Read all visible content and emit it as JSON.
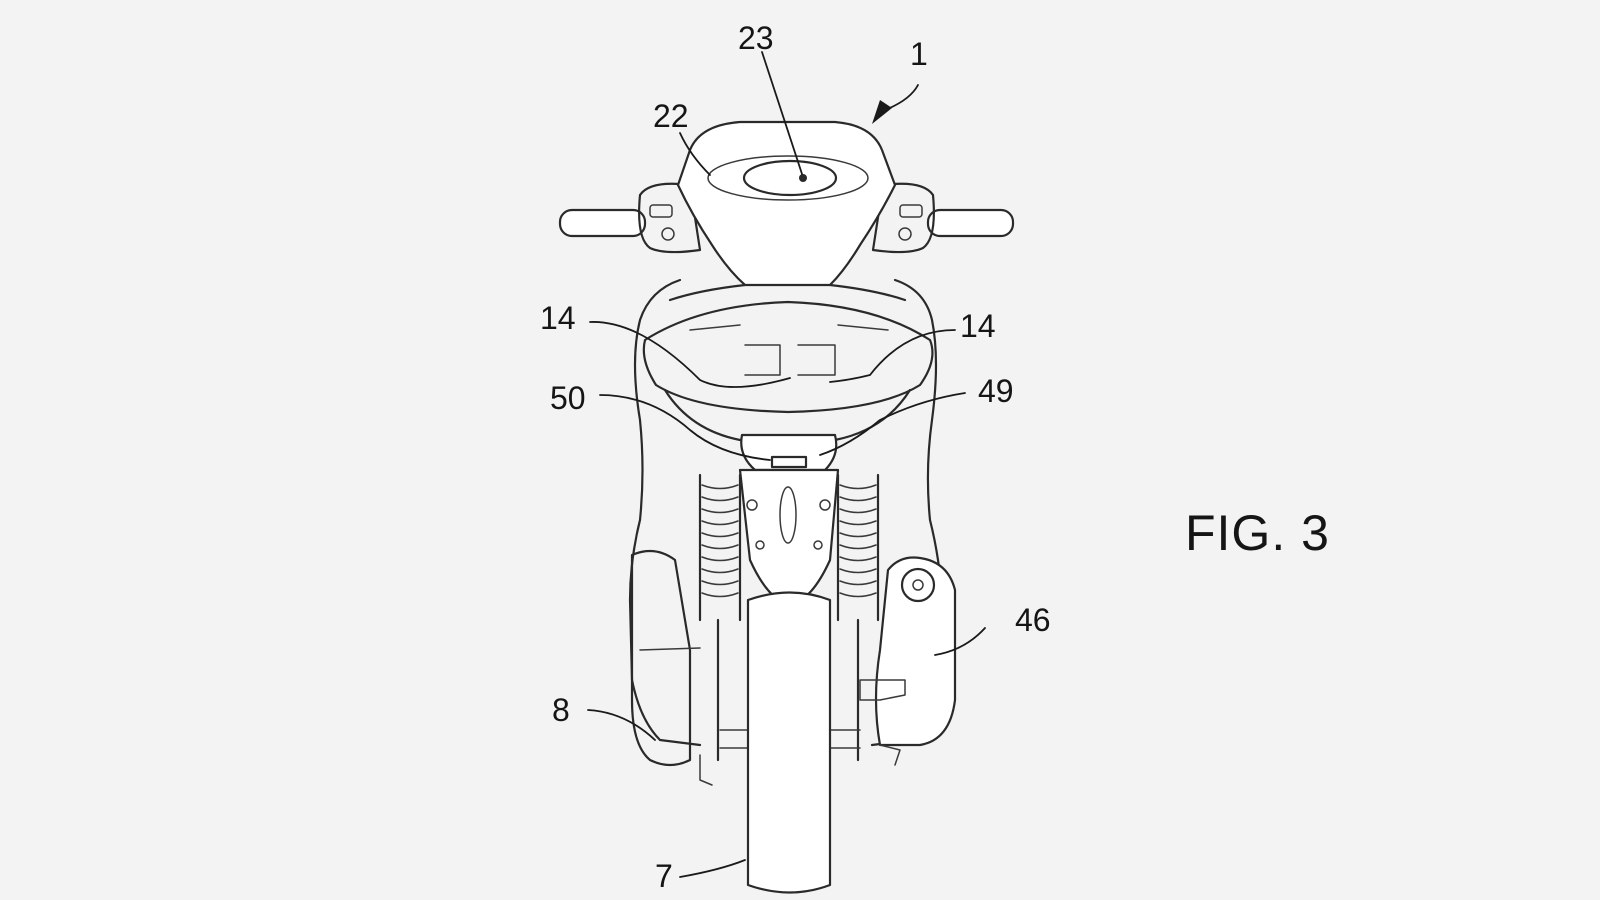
{
  "figure": {
    "label": "FIG. 3"
  },
  "reference_numerals": {
    "vehicle": "1",
    "front_wheel": "7",
    "side_cover": "8",
    "rear_side_left": "14",
    "rear_side_right": "14",
    "handlebar": "22",
    "dashboard_display": "23",
    "tank": "46",
    "light_right": "49",
    "light_left": "50"
  },
  "colors": {
    "background": "#f3f3f3",
    "line": "#2a2a2a",
    "text": "#151515"
  }
}
